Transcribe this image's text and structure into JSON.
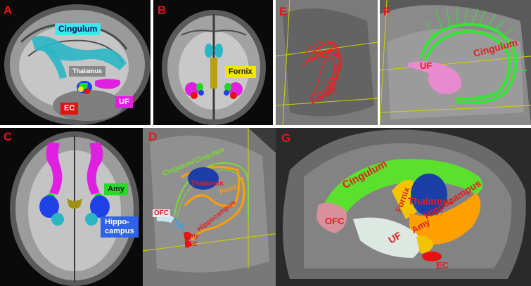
{
  "panels": {
    "A": {
      "letter": "A",
      "labels": {
        "cingulum": "Cingulum",
        "thalamus": "Thalamus",
        "uf": "UF",
        "ec": "EC"
      }
    },
    "B": {
      "letter": "B",
      "labels": {
        "fornix": "Fornix"
      }
    },
    "C": {
      "letter": "C",
      "labels": {
        "amy": "Amy",
        "hippocampus_line1": "Hippo-",
        "hippocampus_line2": "campus"
      }
    },
    "D": {
      "letter": "D",
      "labels": {
        "cingulum_cingulate": "Cingulum/Cingulate",
        "thalamus": "Thalamus",
        "fornix": "Fornix",
        "ofc": "OFC",
        "uf": "UF",
        "hippocampus": "Hippocampus",
        "amy": "Amy",
        "ec": "EC"
      }
    },
    "E": {
      "letter": "E",
      "labels": {
        "fornix": "Fornix"
      }
    },
    "F": {
      "letter": "F",
      "labels": {
        "cingulum": "Cingulum",
        "uf": "UF"
      }
    },
    "G": {
      "letter": "G",
      "labels": {
        "cingulum": "Cingulum",
        "thalamus": "Thalamus",
        "fornix": "Fornix",
        "ofc": "OFC",
        "uf": "UF",
        "amy": "Amy",
        "hippocampus": "Hippocampus",
        "ec": "EC"
      }
    }
  },
  "colors": {
    "panel_letter": "#e8141c",
    "cingulum": "#3ee8e8",
    "thalamus_tag": "#8a8a8a",
    "uf": "#e020e0",
    "ec": "#e81010",
    "fornix": "#f2e600",
    "amy": "#22dd22",
    "hippocampus": "#2f62e8",
    "green_tract": "#33e633",
    "thalamus_blue": "#1a3fa8",
    "orange": "#ff9f00",
    "ofc_pink": "#d8909a",
    "label_red": "#e02020"
  }
}
